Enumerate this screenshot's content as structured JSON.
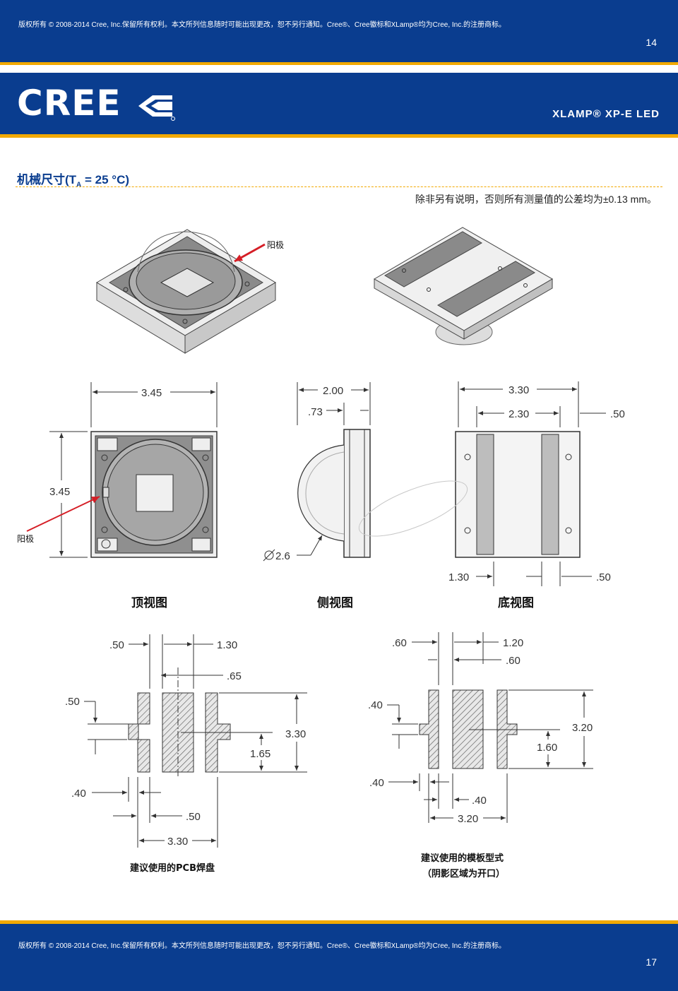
{
  "top_header": {
    "copyright": "版权所有 © 2008-2014 Cree, Inc.保留所有权利。本文所列信息随时可能出现更改，恕不另行通知。Cree®、Cree徽标和XLamp®均为Cree, Inc.的注册商标。",
    "page_number": "14"
  },
  "brand_header": {
    "logo_text": "CREE",
    "product_name": "XLAMP® XP-E LED"
  },
  "section": {
    "title_main": "机械尺寸(T",
    "title_sub": "A",
    "title_end": " = 25 °C)",
    "tolerance_note": "除非另有说明，否则所有测量值的公差均为±0.13 mm。"
  },
  "iso_views": {
    "anode_label": "阳极"
  },
  "top_view": {
    "label": "顶视图",
    "width_dim": "3.45",
    "height_dim": "3.45",
    "anode_label": "阳极"
  },
  "side_view": {
    "label": "侧视图",
    "height_dim": "2.00",
    "body_dim": ".73",
    "lens_dim": "2.6"
  },
  "bottom_view": {
    "label": "底视图",
    "width_dim": "3.30",
    "pad_span_dim": "2.30",
    "edge_dim_top": ".50",
    "center_pad_dim": "1.30",
    "edge_dim_bottom": ".50"
  },
  "pcb_pad": {
    "label": "建议使用的PCB焊盘",
    "dim_050_top": ".50",
    "dim_130": "1.30",
    "dim_065": ".65",
    "dim_050_left": ".50",
    "dim_330_v": "3.30",
    "dim_165": "1.65",
    "dim_040": ".40",
    "dim_050_bottom": ".50",
    "dim_330_h": "3.30"
  },
  "stencil": {
    "label_line1": "建议使用的模板型式",
    "label_line2": "（阴影区域为开口）",
    "dim_060_left": ".60",
    "dim_120": "1.20",
    "dim_060_right": ".60",
    "dim_040_top": ".40",
    "dim_320_v": "3.20",
    "dim_160": "1.60",
    "dim_040_bottom": ".40",
    "dim_040_h": ".40",
    "dim_320_h": "3.20"
  },
  "footer": {
    "copyright": "版权所有 © 2008-2014 Cree, Inc.保留所有权利。本文所列信息随时可能出现更改，恕不另行通知。Cree®、Cree徽标和XLamp®均为Cree, Inc.的注册商标。",
    "page_number": "17"
  }
}
